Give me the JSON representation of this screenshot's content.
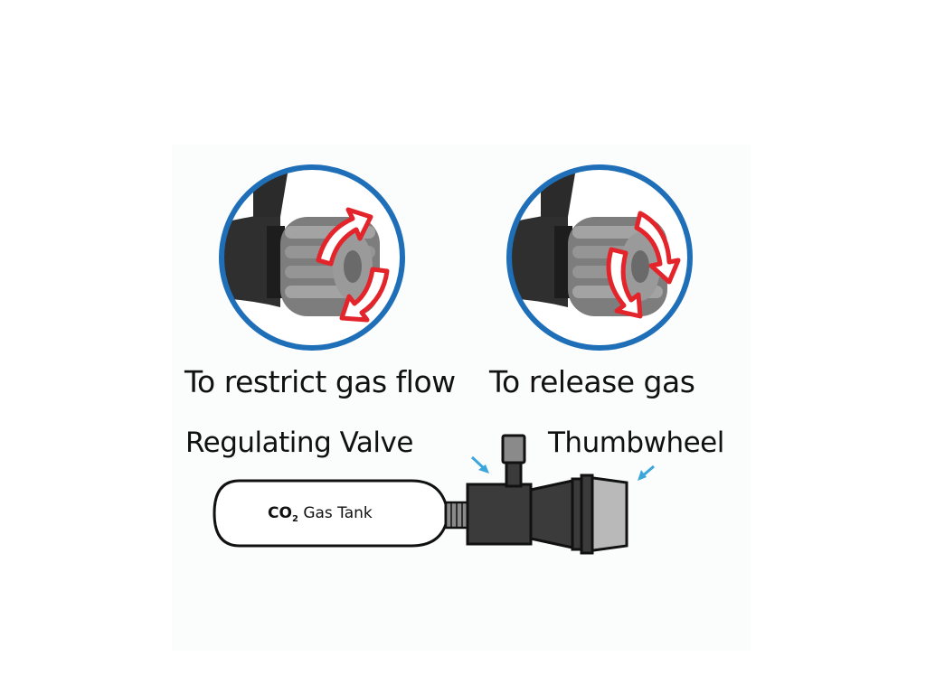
{
  "captions": {
    "restrict": "To restrict gas flow",
    "release": "To release gas"
  },
  "parts": {
    "valve": "Regulating Valve",
    "thumbwheel": "Thumbwheel",
    "tank_co": "CO",
    "tank_sub": "2",
    "tank_rest": "Gas Tank"
  },
  "colors": {
    "ring_blue": "#1f6fb8",
    "arrow_red": "#e3242b",
    "pointer_blue": "#3aa6dc",
    "body_dark": "#3b3b3b",
    "knob_gray": "#8a8a8a",
    "wheel_light": "#b9b9b9"
  }
}
